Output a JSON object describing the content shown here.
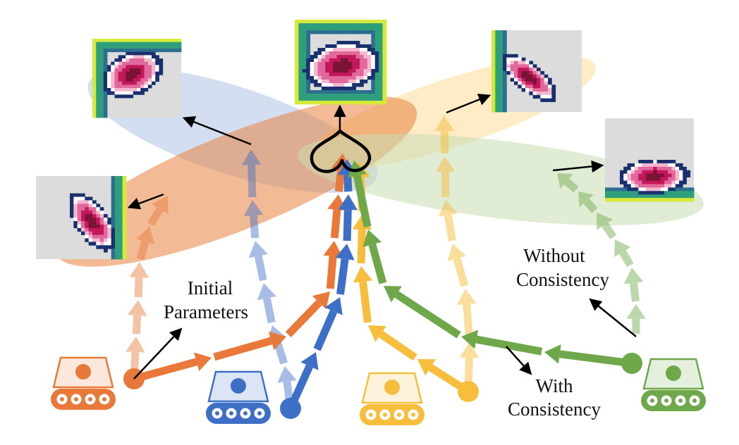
{
  "labels": {
    "initial_line1": "Initial",
    "initial_line2": "Parameters",
    "without_line1": "Without",
    "without_line2": "Consistency",
    "with_line1": "With",
    "with_line2": "Consistency"
  },
  "colors": {
    "orange": "#E8793A",
    "blue": "#3E6FC6",
    "yellow": "#F6BE3C",
    "green": "#6FA84A",
    "orange_ellipse": "#E8833F",
    "blue_ellipse": "#AFC3E6",
    "yellow_ellipse": "#FBDFA0",
    "green_ellipse": "#C9DDB3",
    "heatmap_bg": "#dcdcdc"
  },
  "robots": [
    {
      "id": "orange",
      "color": "orange"
    },
    {
      "id": "blue",
      "color": "blue"
    },
    {
      "id": "yellow",
      "color": "yellow"
    },
    {
      "id": "green",
      "color": "green"
    }
  ],
  "heatmaps": [
    {
      "id": "heatmap-orange-result"
    },
    {
      "id": "heatmap-blue-result"
    },
    {
      "id": "heatmap-consensus"
    },
    {
      "id": "heatmap-yellow-result"
    },
    {
      "id": "heatmap-green-result"
    }
  ]
}
